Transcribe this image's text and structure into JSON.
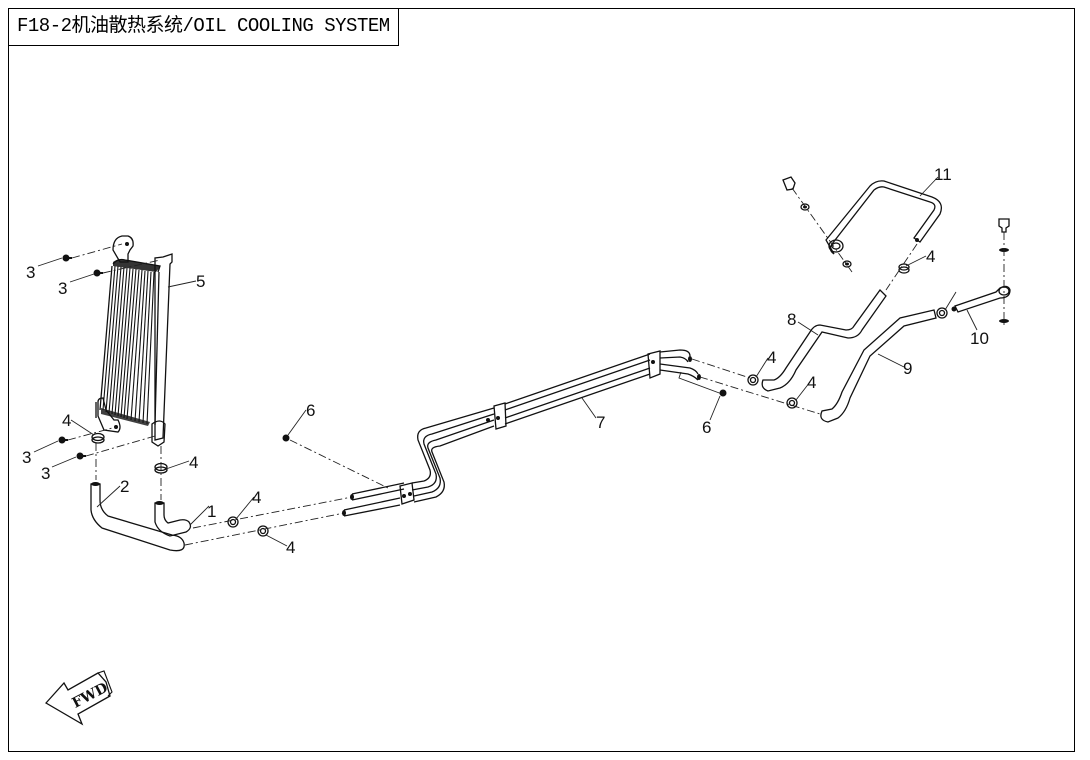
{
  "title": "F18-2机油散热系统/OIL COOLING SYSTEM",
  "fwd_label": "FWD",
  "parts": [
    {
      "number": "1",
      "name": "oil-hose-1"
    },
    {
      "number": "2",
      "name": "oil-hose-2"
    },
    {
      "number": "3",
      "name": "bolt"
    },
    {
      "number": "4",
      "name": "hose-clamp"
    },
    {
      "number": "5",
      "name": "oil-cooler"
    },
    {
      "number": "6",
      "name": "bolt"
    },
    {
      "number": "7",
      "name": "oil-pipe-assembly"
    },
    {
      "number": "8",
      "name": "oil-hose-8"
    },
    {
      "number": "9",
      "name": "oil-hose-9"
    },
    {
      "number": "10",
      "name": "oil-pipe-10"
    },
    {
      "number": "11",
      "name": "oil-pipe-11"
    }
  ],
  "callouts": {
    "c3a": "3",
    "c3b": "3",
    "c3c": "3",
    "c3d": "3",
    "c5": "5",
    "c4a": "4",
    "c4b": "4",
    "c4c": "4",
    "c4d": "4",
    "c4e": "4",
    "c4f": "4",
    "c4g": "4",
    "c2": "2",
    "c1": "1",
    "c6a": "6",
    "c6b": "6",
    "c7": "7",
    "c8": "8",
    "c9": "9",
    "c10": "10",
    "c11": "11"
  }
}
